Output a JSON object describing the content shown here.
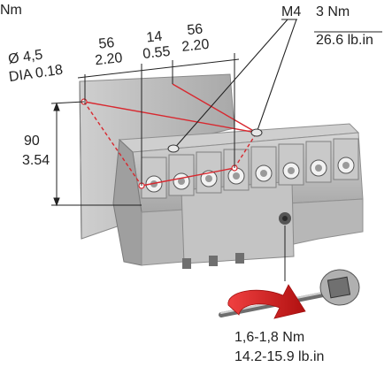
{
  "top_left_text": "Nm",
  "hole": {
    "metric": "Ø 4,5",
    "imperial": "DIA 0.18"
  },
  "dims": {
    "d1": {
      "metric": "56",
      "imperial": "2.20"
    },
    "d2": {
      "metric": "14",
      "imperial": "0.55"
    },
    "d3": {
      "metric": "56",
      "imperial": "2.20"
    },
    "height": {
      "metric": "90",
      "imperial": "3.54"
    }
  },
  "terminal_torque": {
    "screw": "M4",
    "metric": "3 Nm",
    "imperial": "26.6 lb.in"
  },
  "handle_torque": {
    "metric": "1,6-1,8 Nm",
    "imperial": "14.2-15.9 lb.in"
  },
  "colors": {
    "mount_plate": "#b8b8b8",
    "switch_body": "#bdbdbd",
    "switch_dark": "#8c8c8c",
    "dimension_red": "#d8282f",
    "arrow_red": "#e02020",
    "text": "#222222"
  },
  "icons": {
    "rotation_arrow": "curved-arrow-icon",
    "screw": "screw-icon"
  }
}
